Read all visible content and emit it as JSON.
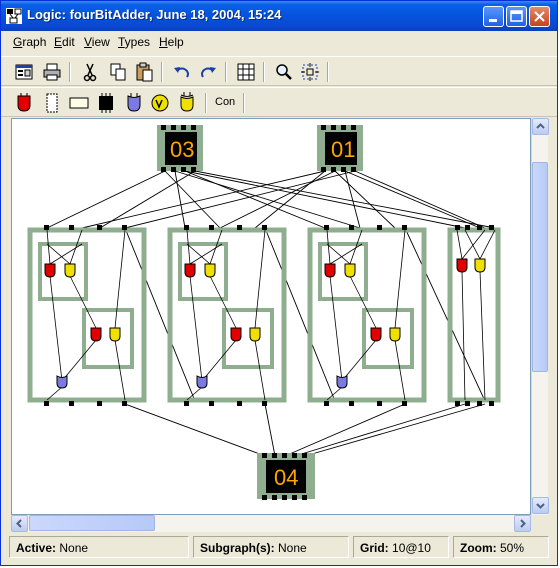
{
  "window": {
    "title": "Logic: fourBitAdder, June 18, 2004, 15:24"
  },
  "menu": {
    "items": [
      {
        "key": "G",
        "rest": "raph"
      },
      {
        "key": "E",
        "rest": "dit"
      },
      {
        "key": "V",
        "rest": "iew"
      },
      {
        "key": "T",
        "rest": "ypes"
      },
      {
        "key": "H",
        "rest": "elp"
      }
    ]
  },
  "toolbar2": {
    "con_label": "Con"
  },
  "graph": {
    "input_a_label": "03",
    "input_b_label": "01",
    "output_label": "04"
  },
  "status": {
    "active_label": "Active:",
    "active_value": "None",
    "subgraph_label": "Subgraph(s):",
    "subgraph_value": "None",
    "grid_label": "Grid:",
    "grid_value": "10@10",
    "zoom_label": "Zoom:",
    "zoom_value": "50%"
  },
  "colors": {
    "xp_blue": "#0553dd",
    "subgraph_green": "#8fae8f",
    "and_gate": "#e00000",
    "xor_gate": "#f0e000",
    "or_gate": "#7a7ae0",
    "display_text": "#ffa500"
  }
}
